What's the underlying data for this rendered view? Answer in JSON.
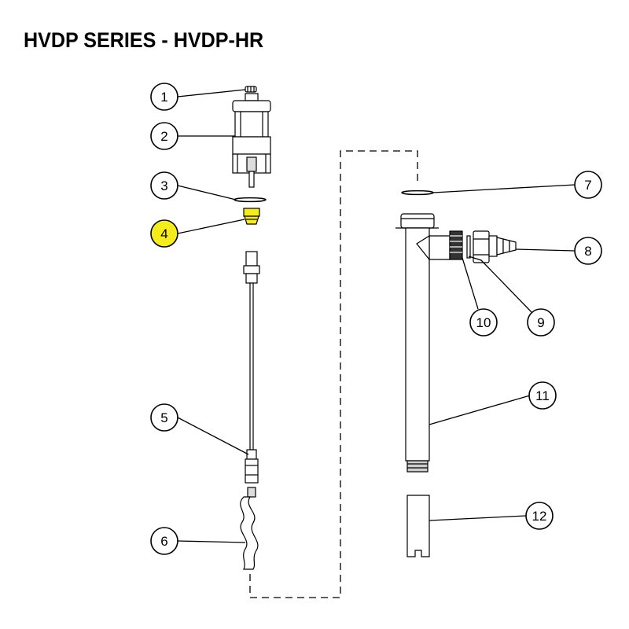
{
  "title": "HVDP SERIES - HVDP-HR",
  "highlight_color": "#f5ec1c",
  "callouts": [
    {
      "label": "1",
      "highlighted": false
    },
    {
      "label": "2",
      "highlighted": false
    },
    {
      "label": "3",
      "highlighted": false
    },
    {
      "label": "4",
      "highlighted": true
    },
    {
      "label": "5",
      "highlighted": false
    },
    {
      "label": "6",
      "highlighted": false
    },
    {
      "label": "7",
      "highlighted": false
    },
    {
      "label": "8",
      "highlighted": false
    },
    {
      "label": "9",
      "highlighted": false
    },
    {
      "label": "10",
      "highlighted": false
    },
    {
      "label": "11",
      "highlighted": false
    },
    {
      "label": "12",
      "highlighted": false
    }
  ]
}
